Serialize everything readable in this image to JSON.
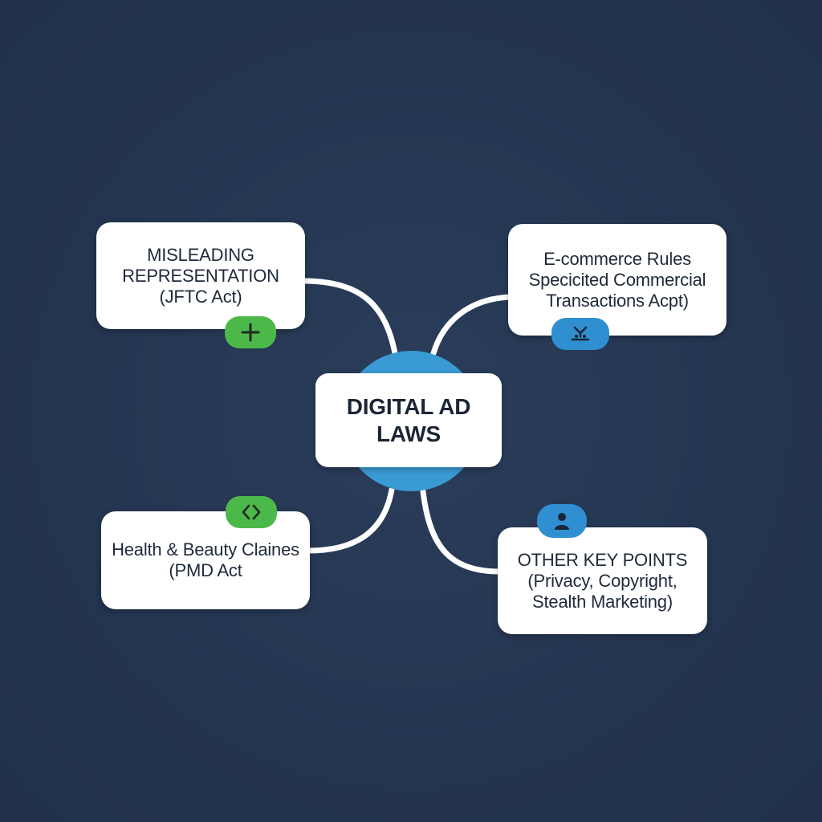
{
  "center": {
    "lines": [
      "DIGITAL AD",
      "LAWS"
    ]
  },
  "nodes": {
    "top_left": {
      "lines": [
        "MISLEADING",
        "REPRESENTATION",
        "(JFTC Act)"
      ],
      "icon": "plus-icon"
    },
    "top_right": {
      "lines": [
        "E-commerce Rules",
        "Specicited Commercial",
        "Transactions Acpt)"
      ],
      "icon": "scales-icon"
    },
    "bottom_left": {
      "lines": [
        "Health & Beauty Claines",
        "(PMD Act"
      ],
      "icon": "diamond-code-icon"
    },
    "bottom_right": {
      "lines": [
        "OTHER KEY POINTS",
        "(Privacy, Copyright,",
        "Stealth Marketing)"
      ],
      "icon": "person-icon"
    }
  },
  "colors": {
    "background": "#253650",
    "hub": "#3a9ad3",
    "green_badge": "#4cb84a",
    "blue_badge": "#2f8fd0",
    "connector": "#ffffff",
    "text": "#1f2a3a"
  }
}
